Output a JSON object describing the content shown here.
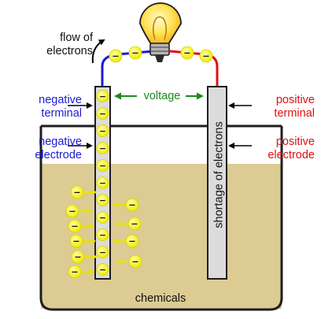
{
  "labels": {
    "flow_of_electrons": [
      "flow of",
      "electrons"
    ],
    "negative_terminal": [
      "negative",
      "terminal"
    ],
    "negative_electrode": [
      "negative",
      "electrode"
    ],
    "positive_terminal": [
      "positive",
      "terminal"
    ],
    "positive_electrode": [
      "positive",
      "electrode"
    ],
    "voltage": "voltage",
    "shortage_of_electrons": "shortage of electrons",
    "chemicals": "chemicals"
  },
  "electron_symbol": "−",
  "icons": [
    "light-bulb-icon",
    "electron-icon",
    "arrow-icon"
  ],
  "colors": {
    "negative": "#1a1ad6",
    "positive": "#e01010",
    "voltage": "#1a8a1a",
    "electron_fill": "#f2f00a",
    "chemical_fill": "#dccb93",
    "electrode_fill": "#dcdcdc"
  }
}
